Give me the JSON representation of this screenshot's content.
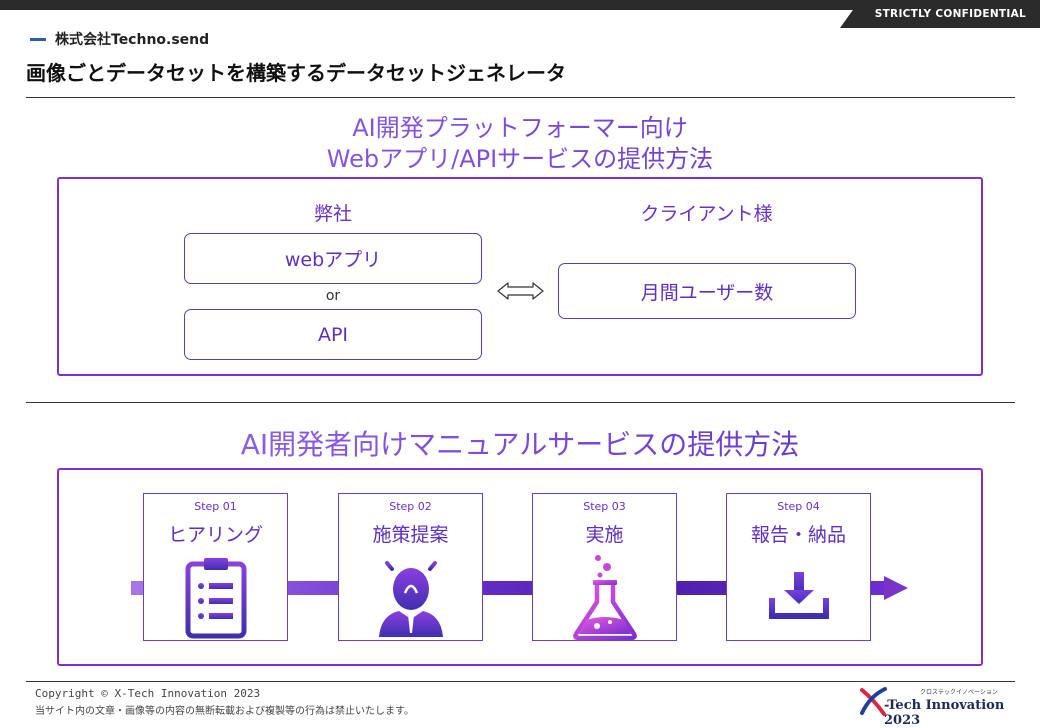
{
  "header": {
    "confidential": "STRICTLY CONFIDENTIAL",
    "company": "株式会社Techno.send",
    "title": "画像ごとデータセットを構築するデータセットジェネレータ"
  },
  "section1": {
    "title_line1": "AI開発プラットフォーマー向け",
    "title_line2": "Webアプリ/APIサービスの提供方法",
    "left_label": "弊社",
    "right_label": "クライアント様",
    "option_a": "webアプリ",
    "or": "or",
    "option_b": "API",
    "client_item": "月間ユーザー数"
  },
  "section2": {
    "title": "AI開発者向けマニュアルサービスの提供方法",
    "steps": [
      {
        "num": "Step 01",
        "name": "ヒアリング",
        "icon": "clipboard-list-icon"
      },
      {
        "num": "Step 02",
        "name": "施策提案",
        "icon": "idea-person-icon"
      },
      {
        "num": "Step 03",
        "name": "実施",
        "icon": "flask-icon"
      },
      {
        "num": "Step 04",
        "name": "報告・納品",
        "icon": "download-tray-icon"
      }
    ]
  },
  "footer": {
    "copyright": "Copyright © X-Tech Innovation 2023",
    "notice": "当サイト内の文章・画像等の内容の無断転載および複製等の行為は禁止いたします。",
    "logo_kana": "クロステックイノベーション",
    "logo_name": "-Tech Innovation 2023"
  },
  "colors": {
    "accent": "#7a33c9",
    "dark_bar": "#2b2b2b",
    "company_dash": "#2d5fa8"
  }
}
